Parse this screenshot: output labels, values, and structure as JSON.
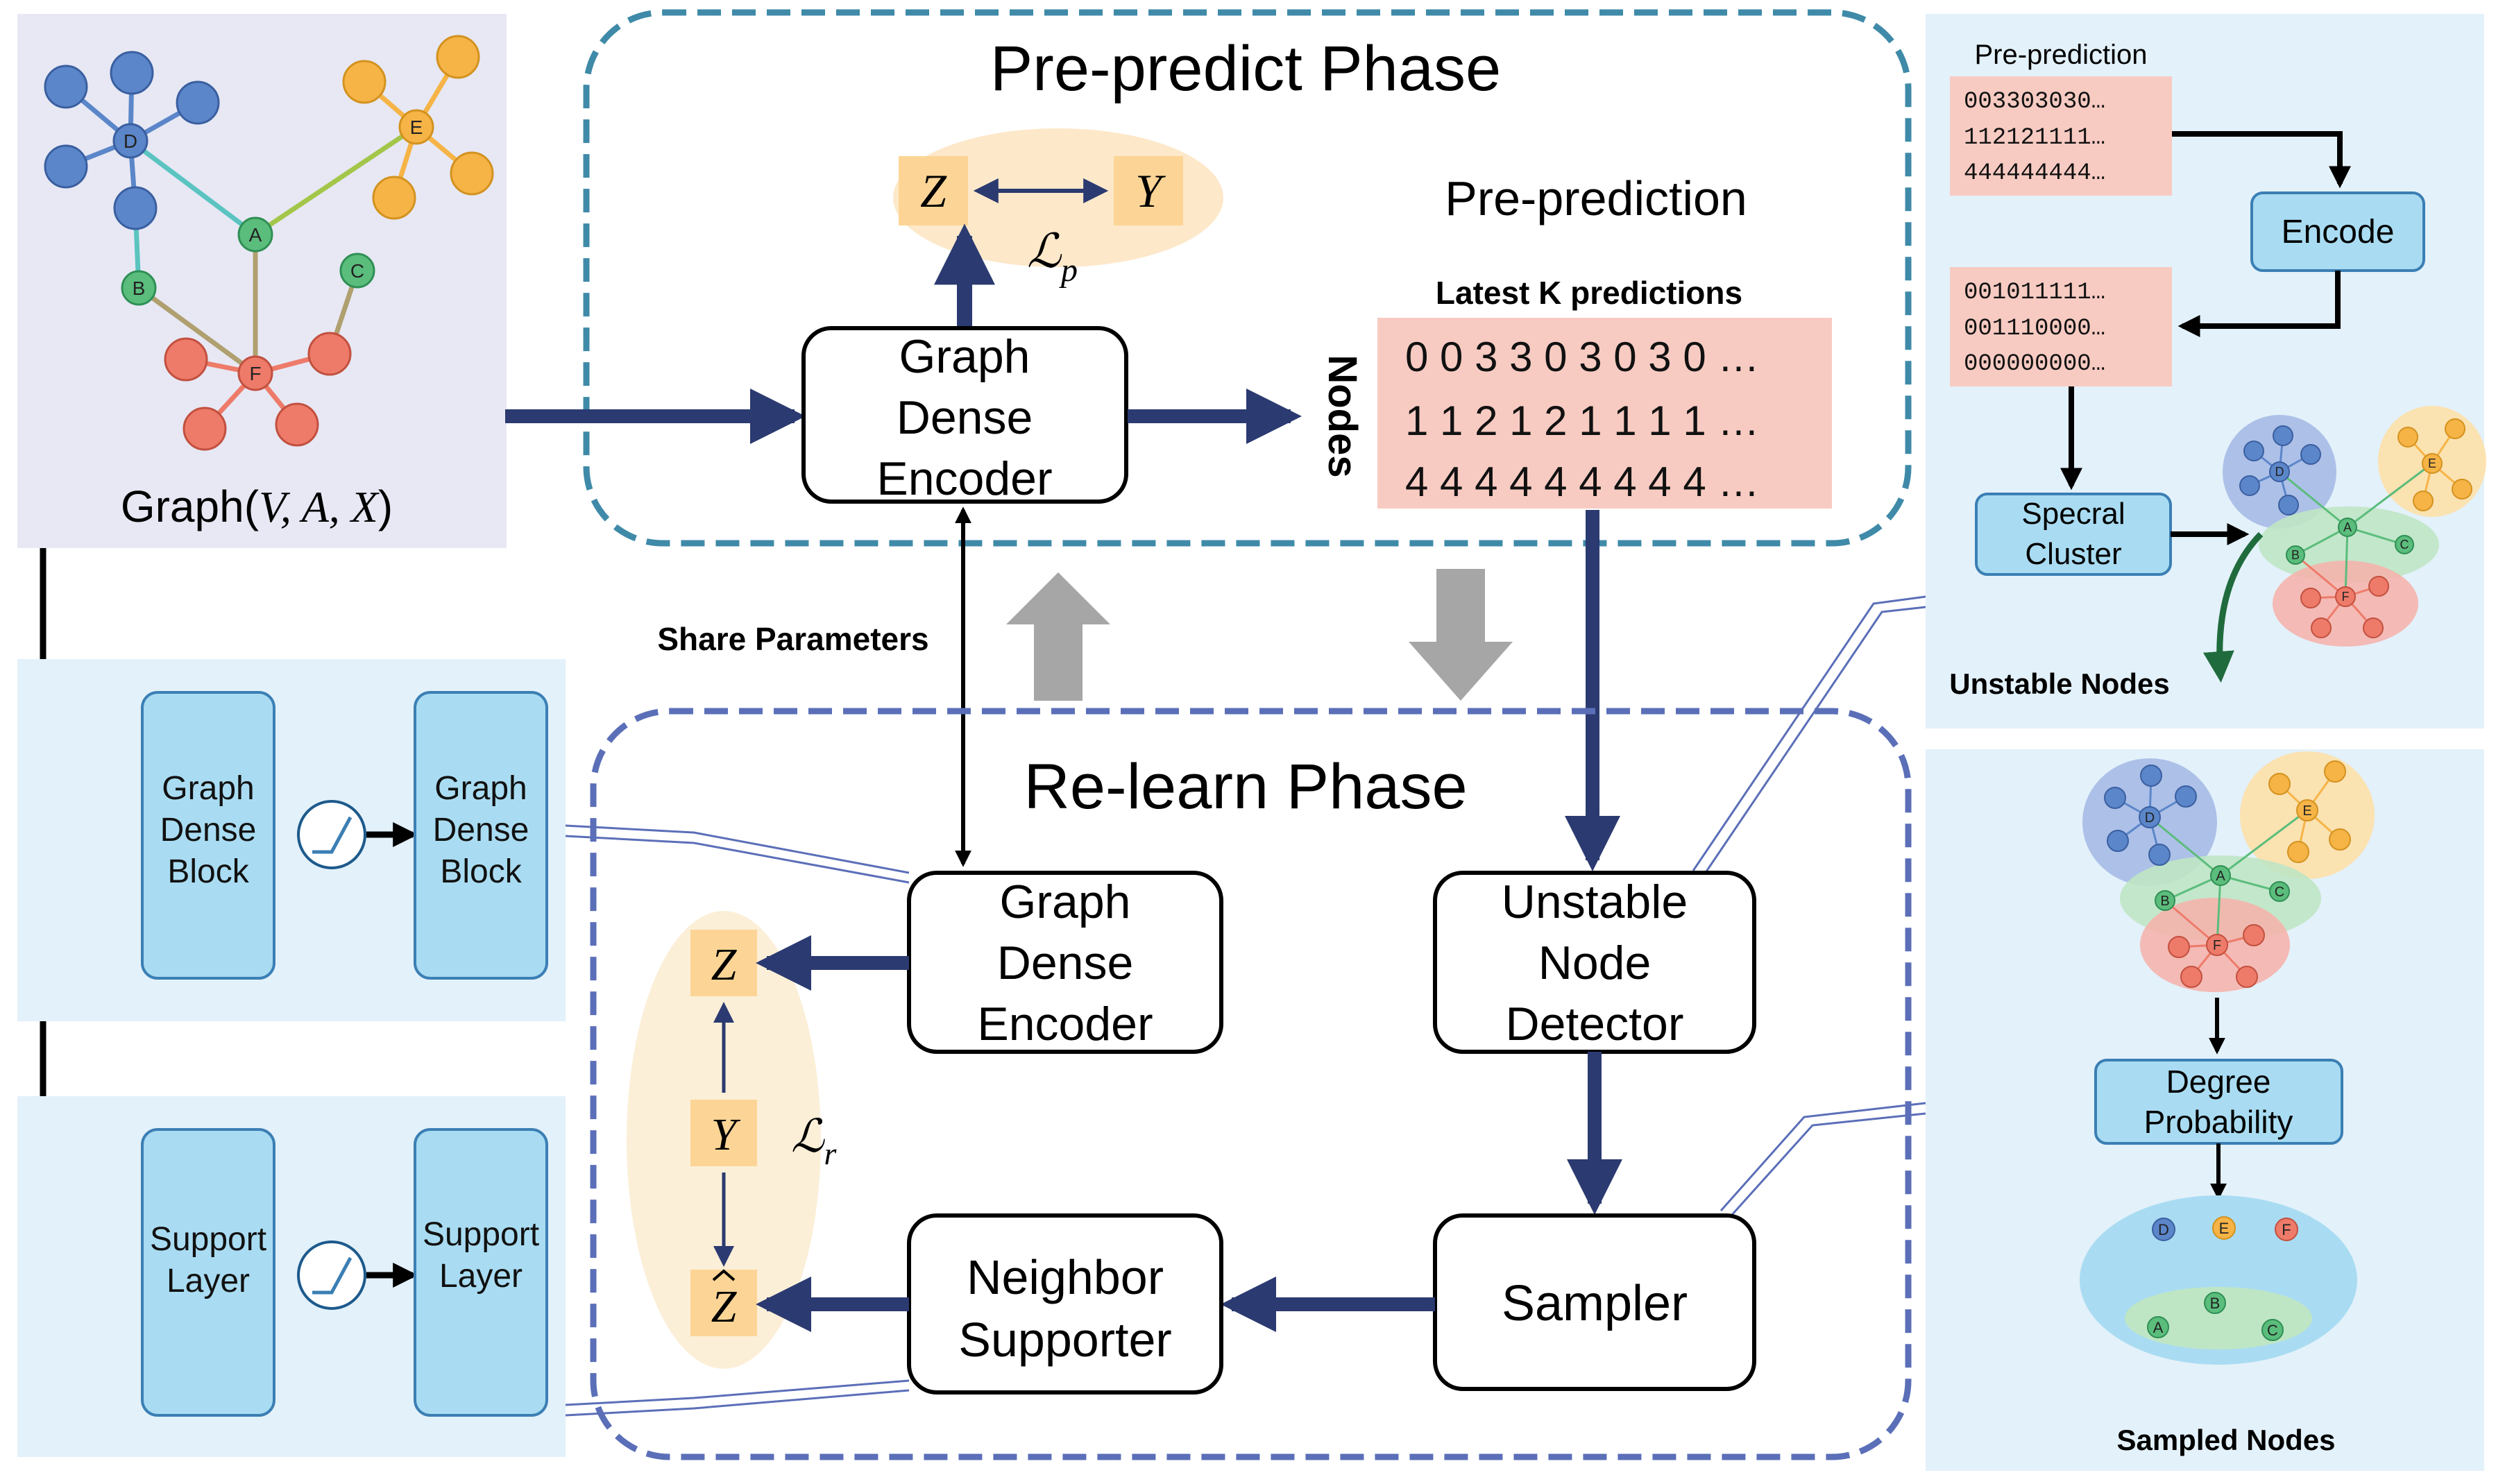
{
  "colors": {
    "navy": "#2b3a70",
    "teal_dash": "#3f8aa8",
    "blue_dash": "#5b6fb8",
    "panel_lavender": "#e7e8f4",
    "panel_light_blue": "#e3f1fa",
    "block_blue": "#a9dcf2",
    "block_border": "#3b7fb4",
    "pink": "#f7cbc2",
    "peach": "#fde6c4",
    "ellipse_peach": "#fcefd8",
    "node_blue": "#5b86c9",
    "node_orange": "#f6b447",
    "node_green": "#5bbd7c",
    "node_red": "#ee7b6a",
    "gray_arrow": "#a6a6a6",
    "dark_green_arrow": "#1f6b3d"
  },
  "graph_panel": {
    "label_prefix": "Graph(",
    "label_vars": "V, A, X",
    "label_suffix": ")",
    "node_labels": {
      "D": "D",
      "E": "E",
      "A": "A",
      "B": "B",
      "C": "C",
      "F": "F"
    }
  },
  "left_blocks": {
    "block1": "Graph Dense Block",
    "block2": "Graph Dense Block",
    "block3": "Support Layer",
    "block4": "Support Layer",
    "icon": "activation-icon"
  },
  "prepredict": {
    "title": "Pre-predict Phase",
    "encoder": "Graph Dense Encoder",
    "z": "Z",
    "y": "Y",
    "loss": "ℒ",
    "loss_sub": "p",
    "preprediction_label": "Pre-prediction",
    "latest_k_label": "Latest K predictions",
    "nodes_label": "Nodes",
    "rows": [
      "0 0 3 3 0 3 0 3 0 …",
      "1 1 2 1 2 1 1 1 1 …",
      "4 4 4 4 4 4 4 4 4 …"
    ]
  },
  "share_parameters": "Share Parameters",
  "relearn": {
    "title": "Re-learn Phase",
    "encoder": "Graph Dense Encoder",
    "detector": "Unstable Node Detector",
    "sampler": "Sampler",
    "supporter": "Neighbor Supporter",
    "z": "Z",
    "y": "Y",
    "zhat": "Z",
    "loss": "ℒ",
    "loss_sub": "r"
  },
  "right_top": {
    "title": "Pre-prediction",
    "rows": [
      "003303030…",
      "112121111…",
      "444444444…"
    ],
    "encode": "Encode",
    "encoded_rows": [
      "001011111…",
      "001110000…",
      "000000000…"
    ],
    "cluster": "Specral Cluster",
    "unstable_nodes": "Unstable Nodes"
  },
  "right_bottom": {
    "degree_probability": "Degree Probability",
    "sampled_nodes": "Sampled Nodes"
  }
}
